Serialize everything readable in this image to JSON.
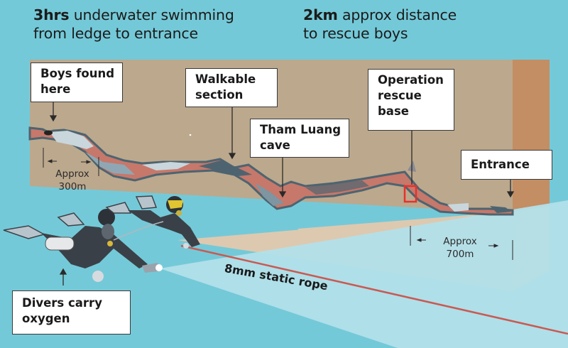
{
  "headlines": {
    "left": {
      "bold": "3hrs",
      "text": " underwater swimming",
      "line2": "from ledge to entrance"
    },
    "right": {
      "bold": "2km",
      "text": " approx distance",
      "line2": "to rescue boys"
    }
  },
  "labels": {
    "boys_found": [
      "Boys found",
      "here"
    ],
    "walkable": [
      "Walkable",
      "section"
    ],
    "tham_luang": [
      "Tham Luang",
      "cave"
    ],
    "rescue_base": [
      "Operation",
      "rescue",
      "base"
    ],
    "entrance": [
      "Entrance"
    ],
    "divers": [
      "Divers carry",
      "oxygen"
    ]
  },
  "dimensions": {
    "left": {
      "line1": "Approx",
      "line2": "300m"
    },
    "right": {
      "line1": "Approx",
      "line2": "700m"
    }
  },
  "rope_label": "8mm static rope",
  "colors": {
    "water": "#74c9d8",
    "water_light": "#b2e0ea",
    "rock_face": "#bca88d",
    "rock_side": "#c38e63",
    "rock_bottom": "#ddc9b0",
    "rock_bottom_side": "#dfb48e",
    "rope": "#c95a52",
    "rescue_marker": "#e8312b",
    "cave_salmon": "#c6786a",
    "cave_slate": "#4d6470",
    "cave_pale": "#c9d6dc"
  }
}
